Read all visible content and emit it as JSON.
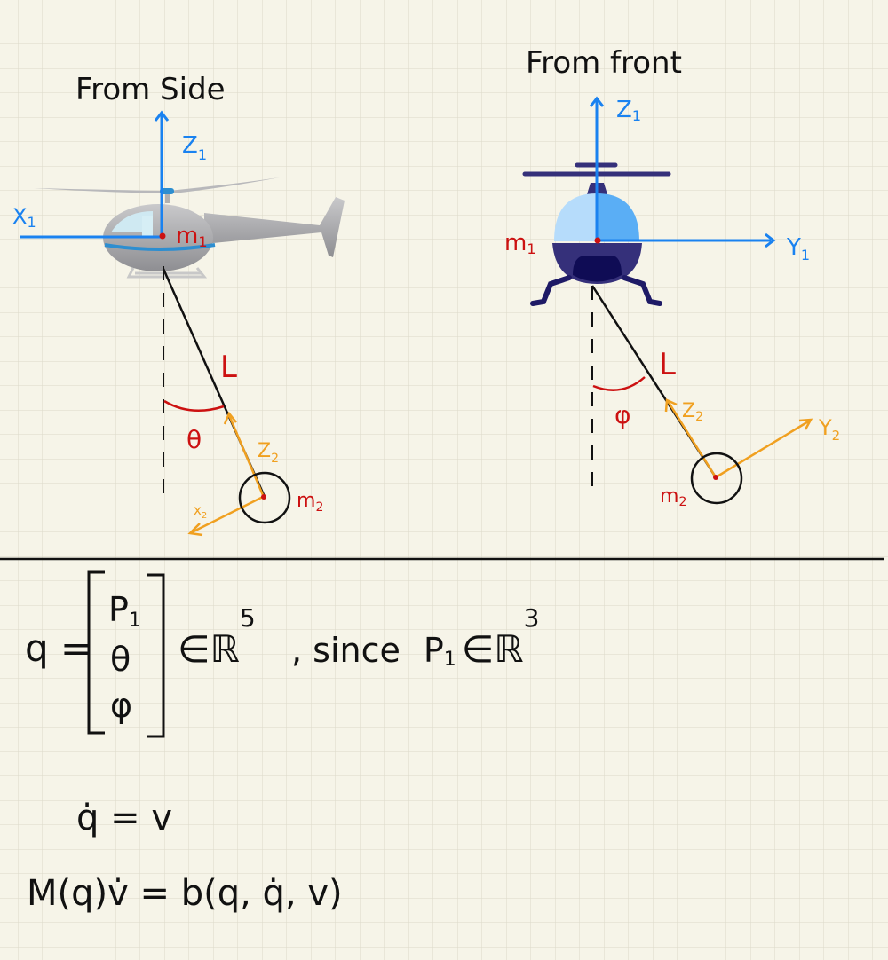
{
  "side_view": {
    "title": "From Side",
    "axis_z1": "Z",
    "axis_z1_sub": "1",
    "axis_x1": "X",
    "axis_x1_sub": "1",
    "mass1": "m",
    "mass1_sub": "1",
    "length": "L",
    "angle": "θ",
    "axis_z2": "Z",
    "axis_z2_sub": "2",
    "axis_x2": "x",
    "axis_x2_sub": "2",
    "mass2": "m",
    "mass2_sub": "2"
  },
  "front_view": {
    "title": "From front",
    "axis_z1": "Z",
    "axis_z1_sub": "1",
    "axis_y1": "Y",
    "axis_y1_sub": "1",
    "mass1": "m",
    "mass1_sub": "1",
    "length": "L",
    "angle": "φ",
    "axis_z2": "Z",
    "axis_z2_sub": "2",
    "axis_y2": "Y",
    "axis_y2_sub": "2",
    "mass2": "m",
    "mass2_sub": "2"
  },
  "equations": {
    "q_lhs": "q =",
    "matrix": [
      "P",
      "θ",
      "φ"
    ],
    "matrix_p_sub": "1",
    "in_r": "∈ℝ",
    "dim5": "5",
    "since": ", since",
    "p1": "P",
    "p1_sub": "1",
    "in_r2": "∈ℝ",
    "dim3": "3",
    "qdot": "q̇ = v",
    "dynamics": "M(q)v̇ = b(q, q̇, v)"
  },
  "colors": {
    "axis": "#1a82f0",
    "mass": "#cc1111",
    "body_frame": "#f0a020",
    "paper": "#f6f4e8"
  }
}
